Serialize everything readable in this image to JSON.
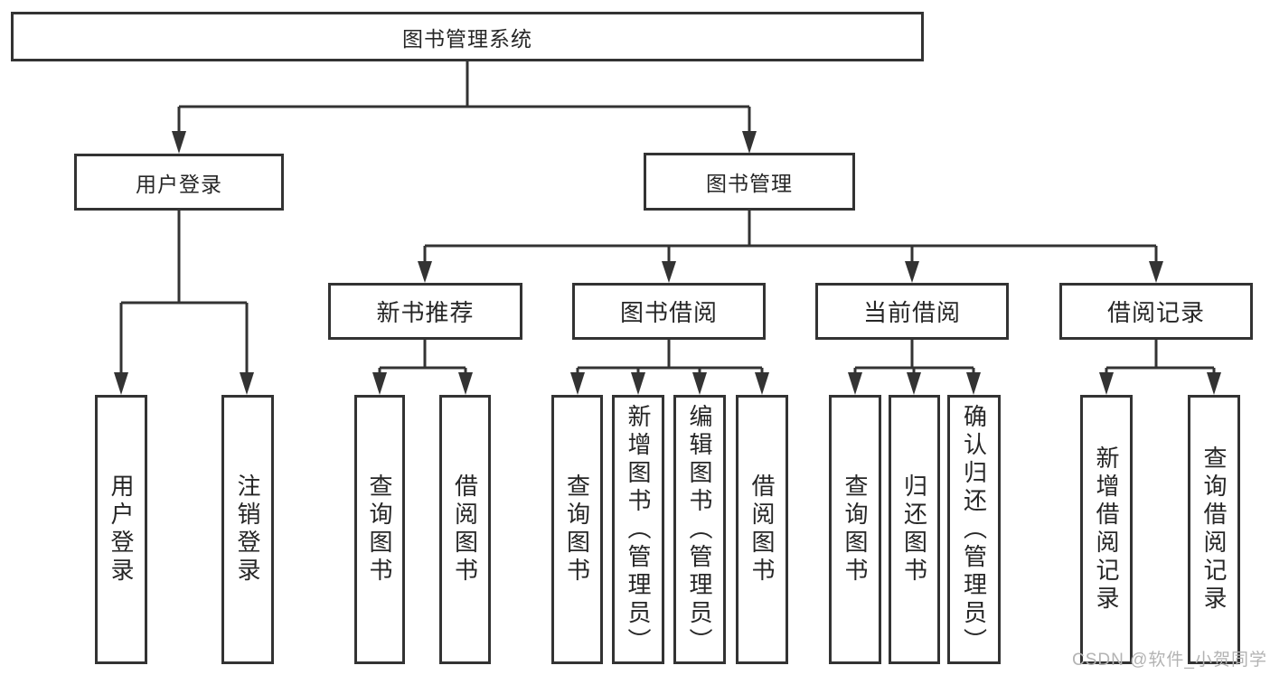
{
  "colors": {
    "line": "#333333",
    "text": "#262626",
    "box_background": "#ffffff",
    "watermark": "#b3b3b3"
  },
  "watermark": {
    "text": "CSDN @软件_小贺同学"
  },
  "tree": {
    "label": "图书管理系统",
    "children": [
      {
        "label": "用户登录",
        "leaves": [
          "用户登录",
          "注销登录"
        ]
      },
      {
        "label": "图书管理",
        "children": [
          {
            "label": "新书推荐",
            "leaves": [
              "查询图书",
              "借阅图书"
            ]
          },
          {
            "label": "图书借阅",
            "leaves": [
              "查询图书",
              "新增图书（管理员）",
              "编辑图书（管理员）",
              "借阅图书"
            ]
          },
          {
            "label": "当前借阅",
            "leaves": [
              "查询图书",
              "归还图书",
              "确认归还（管理员）"
            ]
          },
          {
            "label": "借阅记录",
            "leaves": [
              "新增借阅记录",
              "查询借阅记录"
            ]
          }
        ]
      }
    ]
  }
}
